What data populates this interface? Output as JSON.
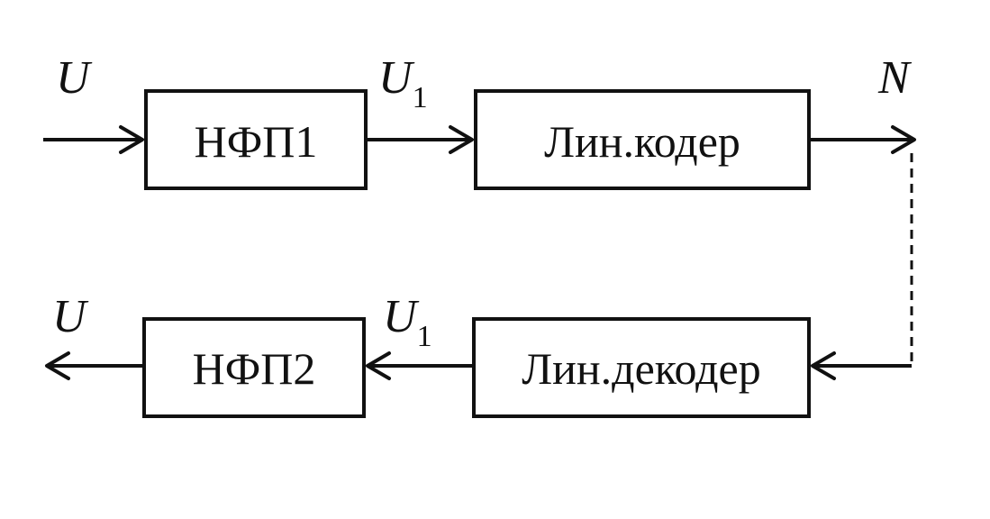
{
  "blocks": {
    "nfp1": "НФП1",
    "lin_coder": "Лин.кодер",
    "lin_decoder": "Лин.декодер",
    "nfp2": "НФП2"
  },
  "signals": {
    "u_in": "U",
    "u1_top": {
      "main": "U",
      "sub": "1"
    },
    "n_out": "N",
    "u_out": "U",
    "u1_bottom": {
      "main": "U",
      "sub": "1"
    }
  },
  "colors": {
    "line": "#111111",
    "background": "#ffffff"
  }
}
